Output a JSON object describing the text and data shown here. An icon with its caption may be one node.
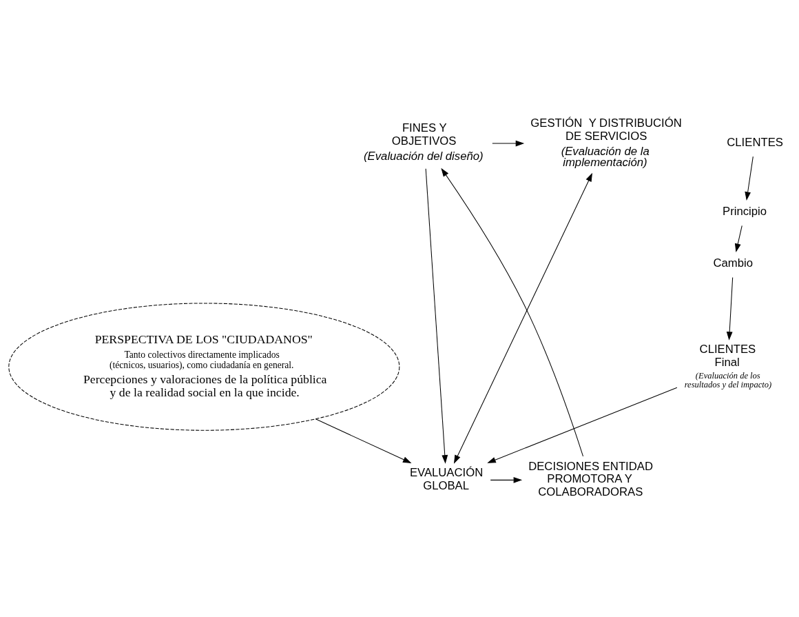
{
  "diagram": {
    "nodes": [
      {
        "text": [
          "FINES Y OBJETIVOS",
          "(Evaluación del diseño)"
        ]
      },
      {
        "text": [
          "GESTIÓN  Y DISTRIBUCIÓN DE SERVICIOS",
          "(Evaluación de la implementación)"
        ]
      },
      {
        "text": [
          "CLIENTES"
        ]
      },
      {
        "text": [
          "Principio"
        ]
      },
      {
        "text": [
          "Cambio"
        ]
      },
      {
        "text": [
          "CLIENTES Final"
        ],
        "beside": [
          "(Evaluación de los resultados y del impacto)"
        ]
      },
      {
        "text": [
          "DECISIONES ENTIDAD PROMOTORA Y COLABORADORAS"
        ]
      },
      {
        "text": [
          "EVALUACIÓN GLOBAL"
        ]
      },
      {
        "text": [
          "PERSPECTIVA DE LOS \"CIUDADANOS\"",
          "Tanto colectivos directamente implicados (técnicos, usuarios), como ciudadanía en general.",
          "Percepciones y valoraciones de la política pública y de la realidad social en la que incide."
        ]
      }
    ],
    "edges": [
      {
        "from": 0,
        "to": 1,
        "arrow": "to"
      },
      {
        "from": 2,
        "to": 3,
        "arrow": "to"
      },
      {
        "from": 3,
        "to": 4,
        "arrow": "to"
      },
      {
        "from": 4,
        "to": 5,
        "arrow": "to"
      },
      {
        "from": 0,
        "to": 7,
        "arrow": "to"
      },
      {
        "from": 1,
        "to": 7,
        "arrow": "both"
      },
      {
        "from": 5,
        "to": 7,
        "arrow": "to"
      },
      {
        "from": 7,
        "to": 6,
        "arrow": "to"
      },
      {
        "from": 6,
        "to": 0,
        "arrow": "to"
      },
      {
        "from": 8,
        "to": 7,
        "arrow": "to"
      }
    ]
  }
}
